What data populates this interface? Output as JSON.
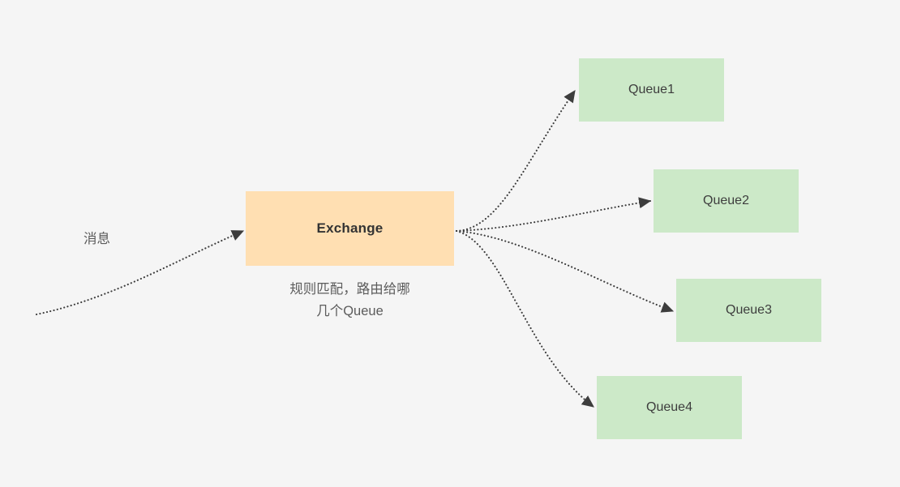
{
  "diagram": {
    "title": "RabbitMQ Exchange routing fan-out diagram",
    "background_color": "#f5f5f5",
    "exchange": {
      "label": "Exchange",
      "fill_color": "#ffdfb2",
      "text_color": "#333333",
      "caption": "规则匹配，路由给哪\n几个Queue"
    },
    "queues": [
      {
        "label": "Queue1",
        "fill_color": "#cce9c8"
      },
      {
        "label": "Queue2",
        "fill_color": "#cce9c8"
      },
      {
        "label": "Queue3",
        "fill_color": "#cce9c8"
      },
      {
        "label": "Queue4",
        "fill_color": "#cce9c8"
      }
    ],
    "edges": {
      "input_label": "消息",
      "line_color": "#3d3d3d",
      "style": "dotted",
      "arrowhead": "filled-triangle"
    }
  }
}
